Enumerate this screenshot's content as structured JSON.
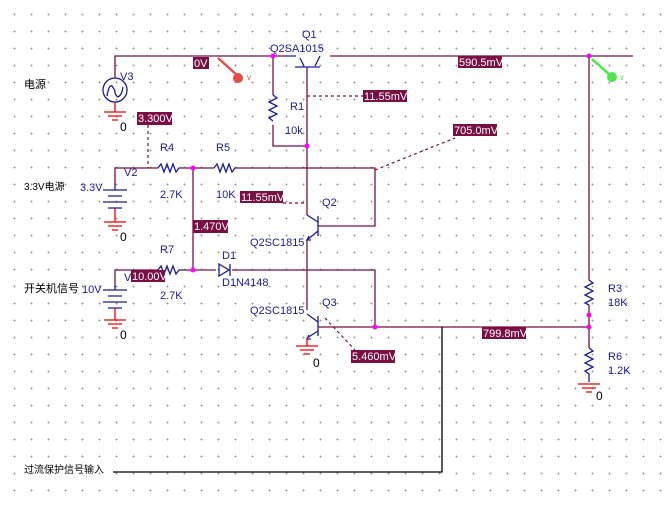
{
  "labels": {
    "power": "电源",
    "power33": "3.3V电源",
    "onoff": "开关机信号",
    "ocp": "过流保护信号输入"
  },
  "components": {
    "V3": {
      "name": "V3",
      "ground": "0"
    },
    "V2": {
      "name": "V2",
      "value": "3.3V",
      "ground": "0"
    },
    "V1": {
      "name": "V",
      "value": "10V",
      "ground": "0"
    },
    "Q1": {
      "name": "Q1",
      "model": "Q2SA1015"
    },
    "Q2": {
      "name": "Q2",
      "model": "Q2SC1815"
    },
    "Q3": {
      "name": "Q3",
      "model": "Q2SC1815",
      "ground": "0"
    },
    "R1": {
      "name": "R1",
      "value": "10k"
    },
    "R4": {
      "name": "R4",
      "value": "2.7K"
    },
    "R5": {
      "name": "R5",
      "value": "10K"
    },
    "R7": {
      "name": "R7",
      "value": "2.7K"
    },
    "R3": {
      "name": "R3",
      "value": "18K"
    },
    "R6": {
      "name": "R6",
      "value": "1.2K",
      "ground": "0"
    },
    "D1": {
      "name": "D1",
      "model": "D1N4148"
    }
  },
  "voltages": {
    "v0": "0V",
    "v590": "590.5mV",
    "v1155a": "11.55mV",
    "v705": "705.0mV",
    "v33": "3.300V",
    "v1155b": "11.55mV",
    "v147": "1.470V",
    "v10": "10.00V",
    "v5460": "5.460mV",
    "v7998": "799.8mV"
  },
  "probes": {
    "red": {
      "label": "v",
      "color": "#e84a4a"
    },
    "green": {
      "label": "v",
      "color": "#4be84b"
    }
  }
}
